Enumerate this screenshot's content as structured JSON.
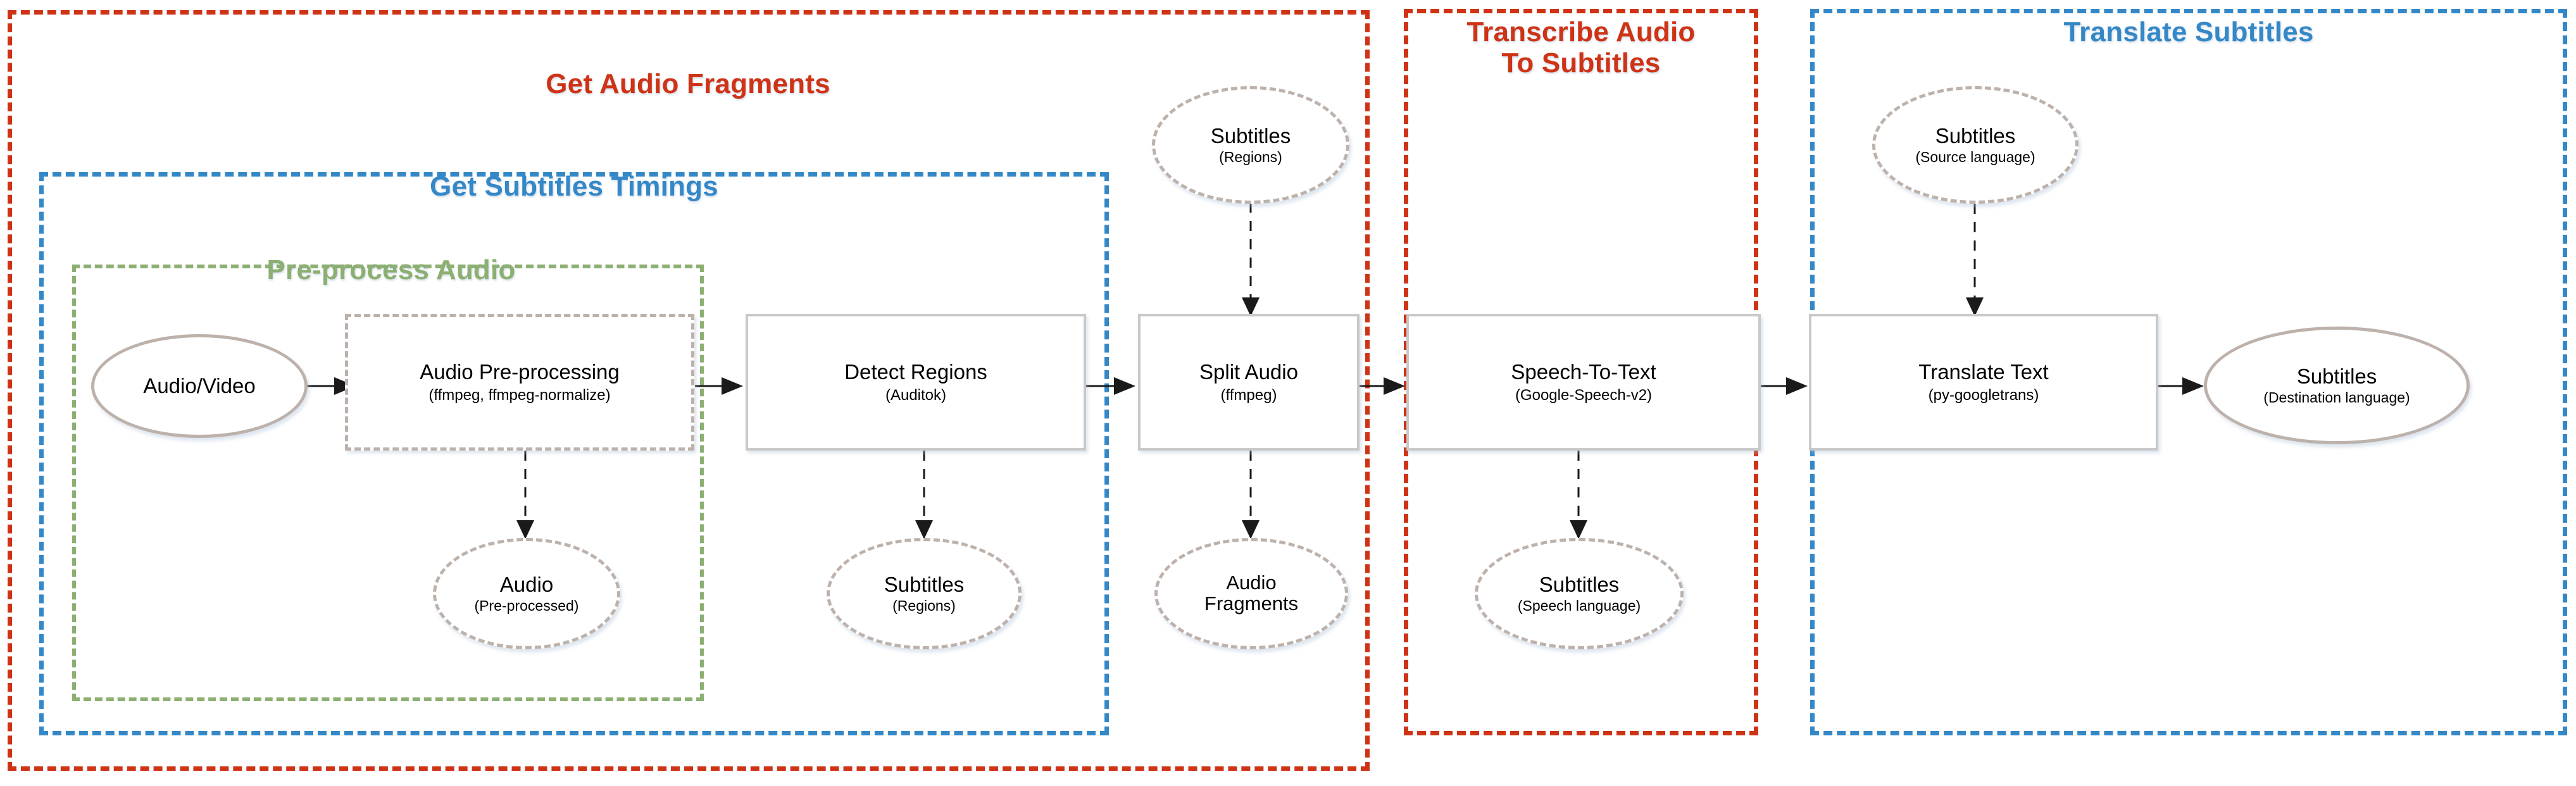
{
  "diagram": {
    "title": "Subtitle generation and translation pipeline",
    "colors": {
      "red": "#cf3316",
      "blue": "#3488c7",
      "green": "#8caf72",
      "node_border": "#bdb2ab",
      "proc_border": "#c9c9c9",
      "arrow": "#1a1a1a"
    }
  },
  "groups": [
    {
      "id": "get-audio-fragments",
      "label": "Get Audio Fragments",
      "color": "#cf3316"
    },
    {
      "id": "get-subtitles-timings",
      "label": "Get Subtitles Timings",
      "color": "#3488c7"
    },
    {
      "id": "pre-process-audio",
      "label": "Pre-process Audio",
      "color": "#8caf72"
    },
    {
      "id": "transcribe-audio",
      "label": "Transcribe Audio\nTo Subtitles",
      "color": "#cf3316"
    },
    {
      "id": "translate-subtitles",
      "label": "Translate Subtitles",
      "color": "#3488c7"
    }
  ],
  "nodes": {
    "audio_video": {
      "title": "Audio/Video",
      "subtitle": ""
    },
    "audio_preprocessing": {
      "title": "Audio Pre-processing",
      "subtitle": "(ffmpeg, ffmpeg-normalize)"
    },
    "detect_regions": {
      "title": "Detect Regions",
      "subtitle": "(Auditok)"
    },
    "split_audio": {
      "title": "Split Audio",
      "subtitle": "(ffmpeg)"
    },
    "speech_to_text": {
      "title": "Speech-To-Text",
      "subtitle": "(Google-Speech-v2)"
    },
    "translate_text": {
      "title": "Translate Text",
      "subtitle": "(py-googletrans)"
    },
    "subtitles_regions_top": {
      "title": "Subtitles",
      "subtitle": "(Regions)"
    },
    "audio_preprocessed": {
      "title": "Audio",
      "subtitle": "(Pre-processed)"
    },
    "subtitles_regions_bottom": {
      "title": "Subtitles",
      "subtitle": "(Regions)"
    },
    "audio_fragments": {
      "title": "Audio",
      "subtitle": "Fragments"
    },
    "subtitles_speech": {
      "title": "Subtitles",
      "subtitle": "(Speech language)"
    },
    "subtitles_source": {
      "title": "Subtitles",
      "subtitle": "(Source language)"
    },
    "subtitles_destination": {
      "title": "Subtitles",
      "subtitle": "(Destination language)"
    }
  }
}
